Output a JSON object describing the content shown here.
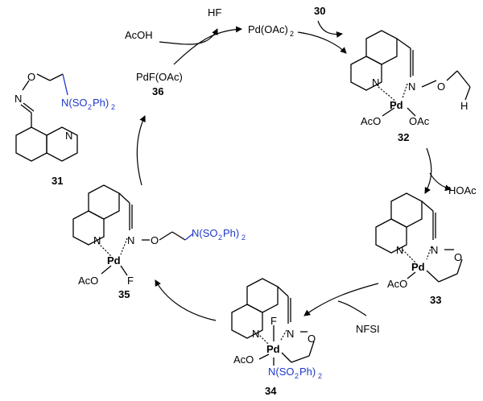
{
  "reagents": {
    "hf": "HF",
    "acoh": "AcOH",
    "pd_oac2": "Pd(OAc)",
    "pd_oac2_sub": "2",
    "pdf_oac": "PdF(OAc)",
    "hoac": "HOAc",
    "nfsi": "NFSI"
  },
  "compounds": {
    "c30": "30",
    "c31": "31",
    "c32": "32",
    "c33": "33",
    "c34": "34",
    "c35": "35",
    "c36": "36"
  },
  "atoms": {
    "N": "N",
    "O": "O",
    "H": "H",
    "Pd": "Pd",
    "F": "F",
    "AcO": "AcO",
    "OAc": "OAc",
    "N_SO2Ph2": "N(SO",
    "sub2": "2",
    "Ph2": "Ph)",
    "Ph2_sub": "2"
  },
  "colors": {
    "nfsi_group": "#1f39c9",
    "bonds": "#000000"
  }
}
